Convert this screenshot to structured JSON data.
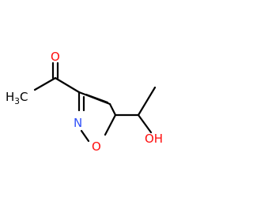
{
  "molecule": {
    "atoms": {
      "carbonyl_oxygen": {
        "text": "O",
        "color": "#ff0d0d"
      },
      "methyl": {
        "main": "H",
        "sub": "3",
        "tail": "C",
        "color": "#000000"
      },
      "ring_nitrogen": {
        "text": "N",
        "color": "#3050f8"
      },
      "ring_oxygen": {
        "text": "O",
        "color": "#ff0d0d"
      },
      "hydroxyl": {
        "text": "OH",
        "color": "#ff0d0d"
      }
    }
  }
}
